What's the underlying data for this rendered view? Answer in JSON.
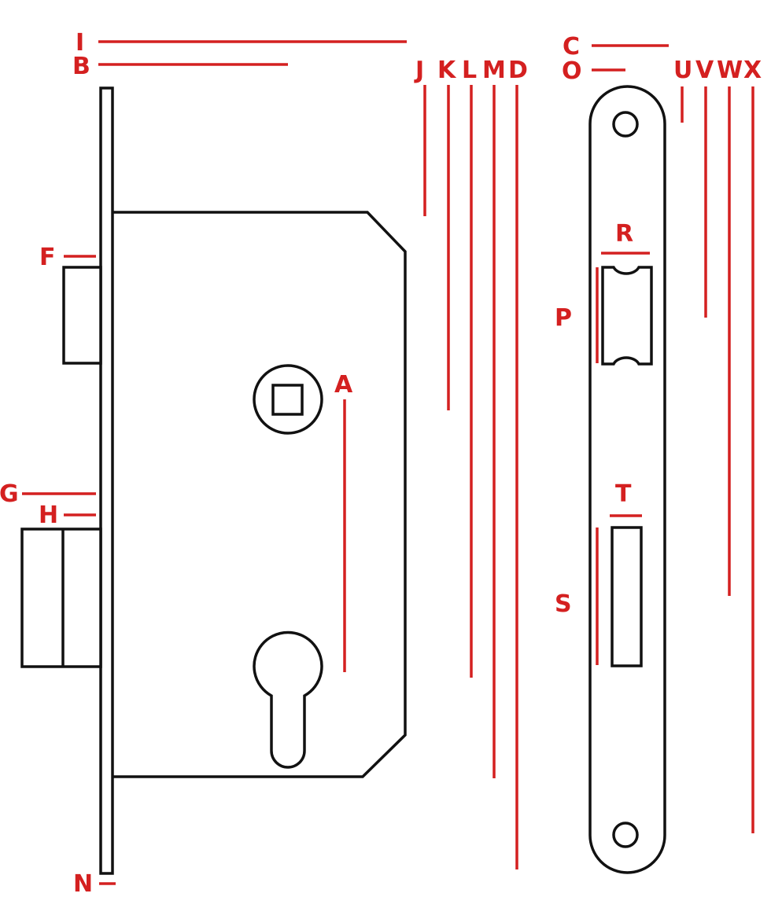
{
  "colors": {
    "drawing": "#111111",
    "dimension": "#d42020",
    "background": "#ffffff"
  },
  "labels": {
    "A": "A",
    "B": "B",
    "C": "C",
    "D": "D",
    "F": "F",
    "G": "G",
    "H": "H",
    "I": "I",
    "J": "J",
    "K": "K",
    "L": "L",
    "M": "M",
    "N": "N",
    "O": "O",
    "P": "P",
    "R": "R",
    "S": "S",
    "T": "T",
    "U": "U",
    "V": "V",
    "W": "W",
    "X": "X"
  }
}
